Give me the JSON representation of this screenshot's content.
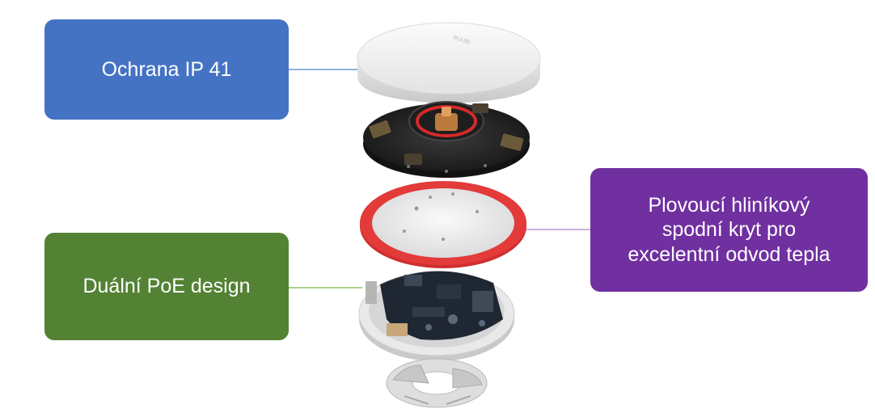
{
  "callouts": {
    "ip_protection": {
      "text": "Ochrana IP 41",
      "color": "#4573c4"
    },
    "dual_poe": {
      "text": "Duální PoE design",
      "color": "#548235"
    },
    "aluminium_cover": {
      "text": "Plovoucí hliníkový\nspodní kryt pro\nexcelentní odvod tepla",
      "color": "#7030a0"
    }
  },
  "device": {
    "top_cover_brand": "RUIJIE"
  },
  "colors": {
    "line_top": "#8fb4df",
    "line_left": "#a9d18e",
    "line_right": "#c9b3d9",
    "ring": "#e33a3a"
  }
}
